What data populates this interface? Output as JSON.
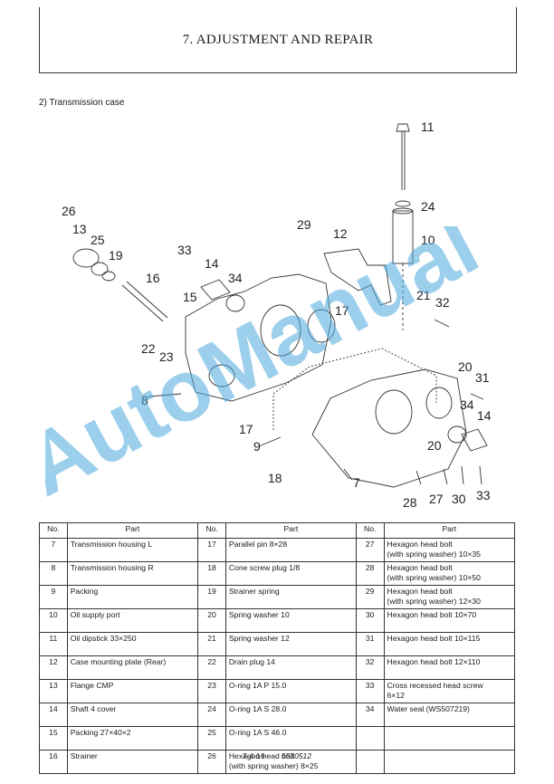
{
  "header": {
    "title": "7. ADJUSTMENT AND REPAIR"
  },
  "section": {
    "title": "2)  Transmission case"
  },
  "diagram": {
    "callouts": [
      "11",
      "24",
      "10",
      "29",
      "12",
      "26",
      "13",
      "25",
      "19",
      "33",
      "14",
      "34",
      "16",
      "15",
      "17",
      "21",
      "32",
      "22",
      "23",
      "20",
      "31",
      "8",
      "34",
      "14",
      "17",
      "20",
      "9",
      "18",
      "7",
      "28",
      "27",
      "30",
      "33"
    ]
  },
  "watermark": "AutoManual",
  "table": {
    "headers": [
      "No.",
      "Part",
      "No.",
      "Part",
      "No.",
      "Part"
    ],
    "rows": [
      [
        {
          "no": "7",
          "part": "Transmission housing L"
        },
        {
          "no": "17",
          "part": "Parallel pin 8×28"
        },
        {
          "no": "27",
          "part": "Hexagon head bolt\n(with spring washer) 10×35"
        }
      ],
      [
        {
          "no": "8",
          "part": "Transmission housing R"
        },
        {
          "no": "18",
          "part": "Cone screw plug 1/8"
        },
        {
          "no": "28",
          "part": "Hexagon head bolt\n(with spring washer) 10×50"
        }
      ],
      [
        {
          "no": "9",
          "part": "Packing"
        },
        {
          "no": "19",
          "part": "Strainer spring"
        },
        {
          "no": "29",
          "part": "Hexagon head bolt\n(with spring washer) 12×30"
        }
      ],
      [
        {
          "no": "10",
          "part": "Oil supply port"
        },
        {
          "no": "20",
          "part": "Spring washer 10"
        },
        {
          "no": "30",
          "part": "Hexagon head bolt 10×70"
        }
      ],
      [
        {
          "no": "11",
          "part": "Oil dipstick 33×250"
        },
        {
          "no": "21",
          "part": "Spring washer 12"
        },
        {
          "no": "31",
          "part": "Hexagon head bolt 10×115"
        }
      ],
      [
        {
          "no": "12",
          "part": "Case mounting plate (Rear)"
        },
        {
          "no": "22",
          "part": "Drain plug 14"
        },
        {
          "no": "32",
          "part": "Hexagon head bolt 12×110"
        }
      ],
      [
        {
          "no": "13",
          "part": "Flange CMP"
        },
        {
          "no": "23",
          "part": "O-ring 1A P 15.0"
        },
        {
          "no": "33",
          "part": "Cross recessed head screw\n6×12"
        }
      ],
      [
        {
          "no": "14",
          "part": "Shaft 4 cover"
        },
        {
          "no": "24",
          "part": "O-ring 1A S 28.0"
        },
        {
          "no": "34",
          "part": "Water seal (WS507219)"
        }
      ],
      [
        {
          "no": "15",
          "part": "Packing 27×40×2"
        },
        {
          "no": "25",
          "part": "O-ring 1A S 46.0"
        },
        {
          "no": "",
          "part": ""
        }
      ],
      [
        {
          "no": "16",
          "part": "Strainer"
        },
        {
          "no": "26",
          "part": "Hexagon head bolt\n(with spring washer) 8×25"
        },
        {
          "no": "",
          "part": ""
        }
      ]
    ]
  },
  "footer": {
    "page": "7-4-16",
    "code": "6530512"
  }
}
